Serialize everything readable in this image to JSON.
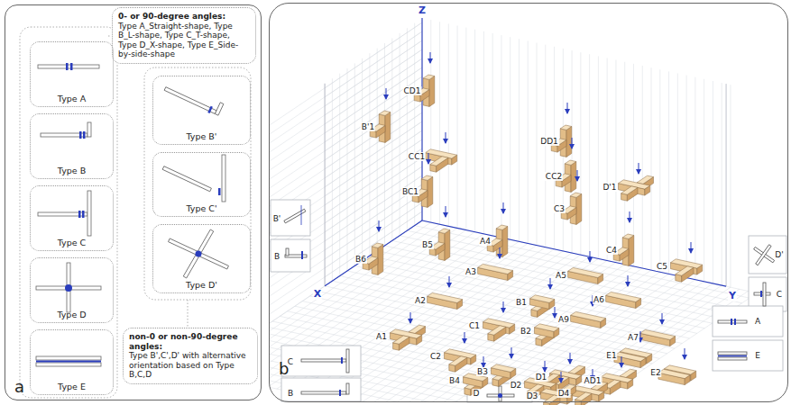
{
  "diagram": {
    "nodes": [
      {
        "text": [
          "a"
        ]
      },
      {
        "text": [
          "0- or 90-degree angles:",
          "Type A_Straight-shape, Type B_L-shape, Type C_T-shape, Type D_X-shape, Type E_Side-by-side-shape"
        ],
        "in": 0
      },
      {
        "text": [
          "Type A"
        ],
        "in": 0
      },
      {
        "text": [
          "Type B"
        ],
        "in": 0
      },
      {
        "text": [
          "Type C"
        ],
        "in": 0
      },
      {
        "text": [
          "Type D"
        ],
        "in": 0
      },
      {
        "text": [
          "Type E"
        ],
        "in": 0
      },
      {
        "text": [
          "Type B'"
        ],
        "in": 0
      },
      {
        "text": [
          "Type C'"
        ],
        "in": 0
      },
      {
        "text": [
          "Type D'"
        ],
        "in": 0
      },
      {
        "text": [
          "non-0 or non-90-degree angles:",
          "Type B',C',D' with alternative orientation based on Type B,C,D"
        ],
        "in": 0
      },
      {
        "text": [
          "b"
        ]
      }
    ],
    "labels": [
      "Z",
      "X",
      "Y",
      "CD1",
      "B'1",
      "DD1",
      "CC1",
      "CC2",
      "D'1",
      "BC1",
      "C3",
      "C4",
      "B5",
      "A4",
      "C5",
      "B6",
      "A3",
      "A5",
      "A2",
      "B1",
      "A6",
      "A9",
      "A7",
      "A1",
      "C1",
      "B2",
      "E1",
      "C2",
      "B3",
      "B4",
      "D1",
      "AD1",
      "E2",
      "D2",
      "D4",
      "D3",
      "B'",
      "B",
      "D'",
      "C",
      "A",
      "E",
      "C",
      "B",
      "D"
    ]
  }
}
